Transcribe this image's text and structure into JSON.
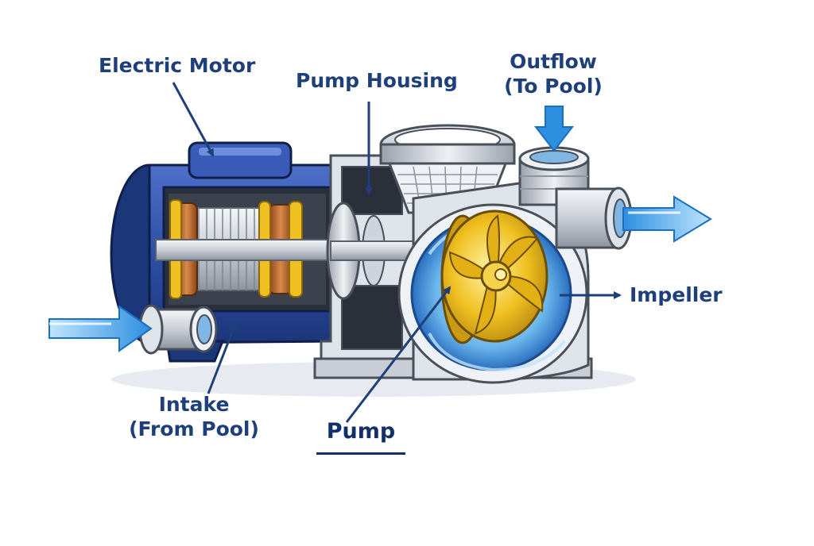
{
  "labels": {
    "electric_motor": "Electric Motor",
    "pump_housing": "Pump Housing",
    "outflow": [
      "Outflow",
      "(To Pool)"
    ],
    "impeller": "Impeller",
    "intake": [
      "Intake",
      "(From Pool)"
    ],
    "pump": "Pump"
  },
  "colors": {
    "label_text": "#1f3f7a",
    "leader_line": "#1f3f7a",
    "motor_blue": "#2e4fa8",
    "water_blue": "#3aa0e8",
    "impeller_gold": "#f0c020",
    "copper": "#b8622a",
    "metal_gray": "#c9ced6"
  }
}
